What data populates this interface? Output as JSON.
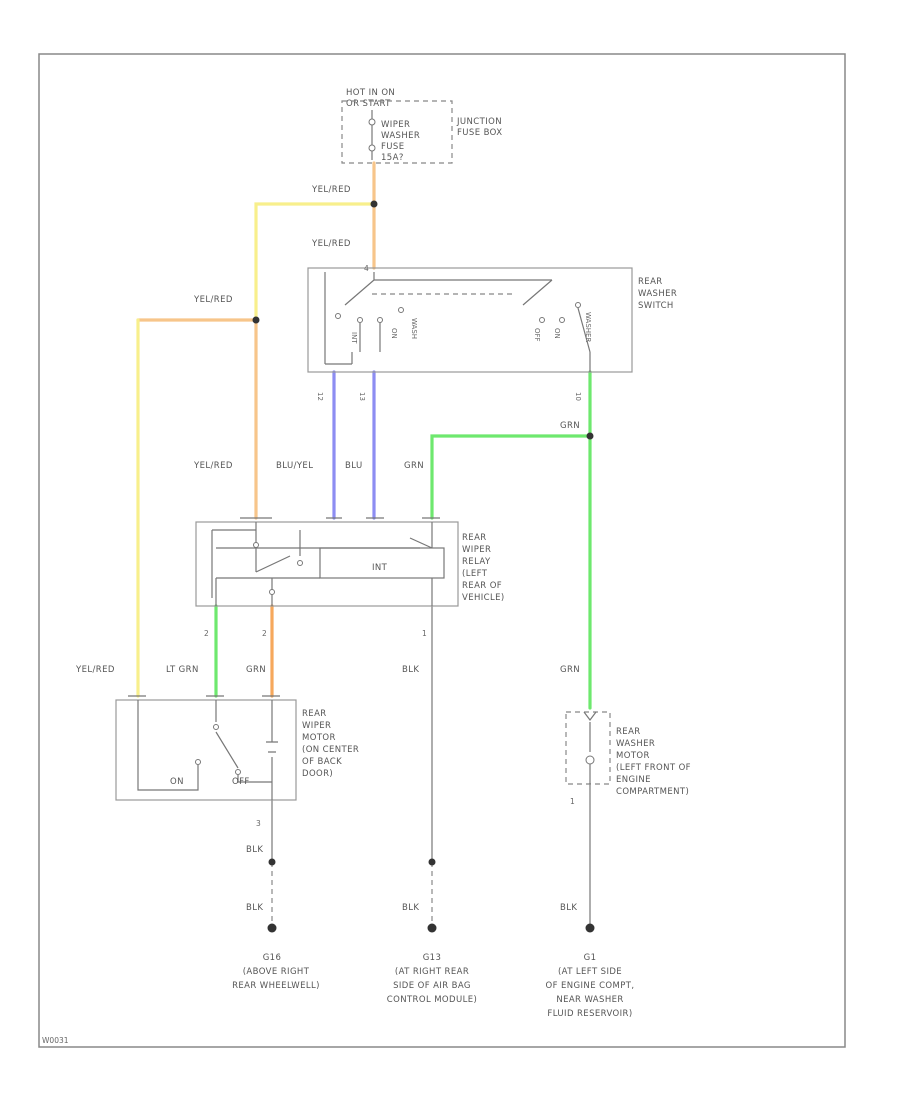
{
  "colors": {
    "yel_red_light": "#f8ef8c",
    "yel_red_orange": "#f7c58a",
    "orange": "#f6a85c",
    "blue": "#8d8df2",
    "green": "#6ee86e",
    "gray": "#aaaaaa",
    "border": "#888888"
  },
  "fuse_box": {
    "title_line1": "HOT IN ON",
    "title_line2": "OR START",
    "fuse_line1": "WIPER",
    "fuse_line2": "WASHER",
    "fuse_line3": "FUSE",
    "fuse_line4": "15A?",
    "location_line1": "JUNCTION",
    "location_line2": "FUSE BOX"
  },
  "rear_washer_switch": {
    "label_line1": "REAR",
    "label_line2": "WASHER",
    "label_line3": "SWITCH",
    "pos_int": "INT",
    "pos_on": "ON",
    "pos_wash": "WASH",
    "pos_off": "OFF",
    "pos_on2": "ON",
    "pos_washer": "WASHER",
    "pin_in": "4",
    "pin_a": "12",
    "pin_b": "13",
    "pin_c": "10"
  },
  "rear_wiper_relay": {
    "label_line1": "REAR",
    "label_line2": "WIPER",
    "label_line3": "RELAY",
    "label_line4": "(LEFT",
    "label_line5": "REAR OF",
    "label_line6": "VEHICLE)",
    "module": "INT",
    "pin_a": "2",
    "pin_b": "2",
    "pin_c": "1"
  },
  "rear_wiper_motor": {
    "label_line1": "REAR",
    "label_line2": "WIPER",
    "label_line3": "MOTOR",
    "label_line4": "(ON CENTER",
    "label_line5": "OF BACK",
    "label_line6": "DOOR)",
    "pos_on": "ON",
    "pos_off": "OFF",
    "pin_ground": "3"
  },
  "rear_washer_motor": {
    "label_line1": "REAR",
    "label_line2": "WASHER",
    "label_line3": "MOTOR",
    "label_line4": "(LEFT FRONT OF",
    "label_line5": "ENGINE",
    "label_line6": "COMPARTMENT)",
    "pin_ground": "1"
  },
  "wires": {
    "yel_red_1": "YEL/RED",
    "yel_red_2": "YEL/RED",
    "yel_red_3": "YEL/RED",
    "yel_red_4": "YEL/RED",
    "yel_red_5": "YEL/RED",
    "blu_yel": "BLU/YEL",
    "blu": "BLU",
    "grn_1": "GRN",
    "grn_2": "GRN",
    "lt_grn": "LT GRN",
    "grn_3": "GRN",
    "grn_4": "GRN",
    "blk_1": "BLK",
    "blk_2": "BLK",
    "blk_3": "BLK",
    "blk_4": "BLK",
    "blk_5": "BLK"
  },
  "grounds": {
    "g1_id": "G16",
    "g1_line1": "(ABOVE RIGHT",
    "g1_line2": "REAR WHEELWELL)",
    "g2_id": "G13",
    "g2_line1": "(AT RIGHT REAR",
    "g2_line2": "SIDE OF AIR BAG",
    "g2_line3": "CONTROL MODULE)",
    "g3_id": "G1",
    "g3_line1": "(AT LEFT SIDE",
    "g3_line2": "OF ENGINE COMPT,",
    "g3_line3": "NEAR WASHER",
    "g3_line4": "FLUID RESERVOIR)"
  },
  "footer_code": "W0031"
}
